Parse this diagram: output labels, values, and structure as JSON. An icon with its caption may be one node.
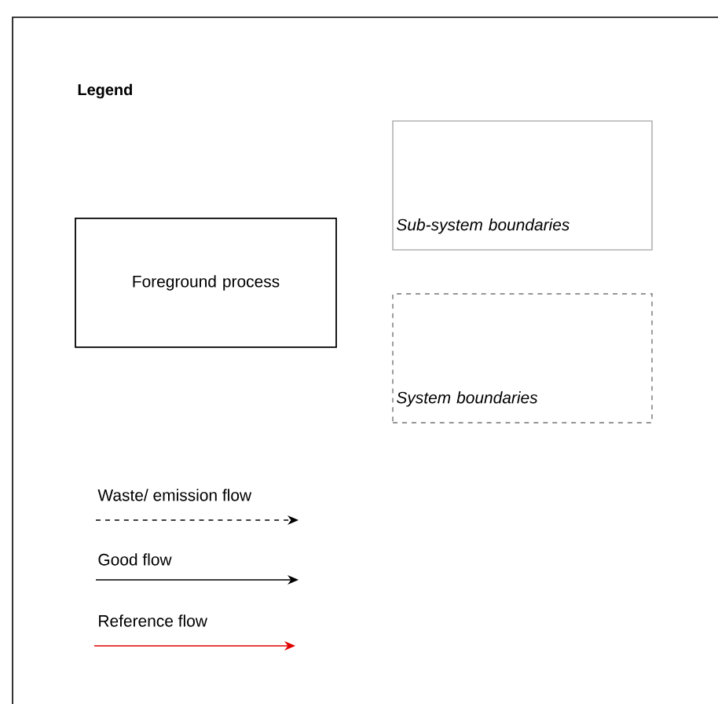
{
  "diagram": {
    "title": "Legend",
    "nodes": [
      {
        "text": [
          "Foreground process"
        ]
      },
      {
        "text": [
          "Sub-system boundaries"
        ]
      },
      {
        "text": [
          "System boundaries"
        ]
      }
    ],
    "legend": [
      {
        "text": "Waste/ emission flow"
      },
      {
        "text": "Good flow"
      },
      {
        "text": "Reference flow"
      }
    ]
  }
}
